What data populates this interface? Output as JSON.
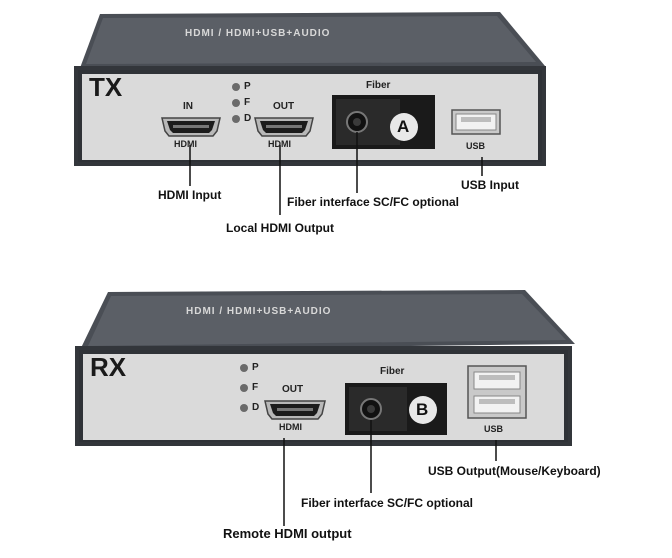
{
  "tx": {
    "unit_label": "TX",
    "top_title": "HDMI / HDMI+USB+AUDIO",
    "led_labels": [
      "P",
      "F",
      "D"
    ],
    "hdmi_in_top": "IN",
    "hdmi_in_bottom": "HDMI",
    "hdmi_out_top": "OUT",
    "hdmi_out_bottom": "HDMI",
    "fiber_label": "Fiber",
    "fiber_badge": "A",
    "usb_label": "USB",
    "callouts": {
      "hdmi_input": "HDMI Input",
      "fiber": "Fiber interface SC/FC optional",
      "usb_input": "USB Input",
      "local_hdmi": "Local HDMI Output"
    }
  },
  "rx": {
    "unit_label": "RX",
    "top_title": "HDMI / HDMI+USB+AUDIO",
    "led_labels": [
      "P",
      "F",
      "D"
    ],
    "hdmi_out_top": "OUT",
    "hdmi_out_bottom": "HDMI",
    "fiber_label": "Fiber",
    "fiber_badge": "B",
    "usb_label": "USB",
    "callouts": {
      "usb_output": "USB Output(Mouse/Keyboard)",
      "fiber": "Fiber interface SC/FC optional",
      "remote_hdmi": "Remote HDMI output"
    }
  },
  "colors": {
    "chassis_dark": "#3a3d42",
    "chassis_top": "#5b5f66",
    "panel": "#d9d9d9",
    "led": "#6a6a6a",
    "badge": "#e8e8e8"
  }
}
